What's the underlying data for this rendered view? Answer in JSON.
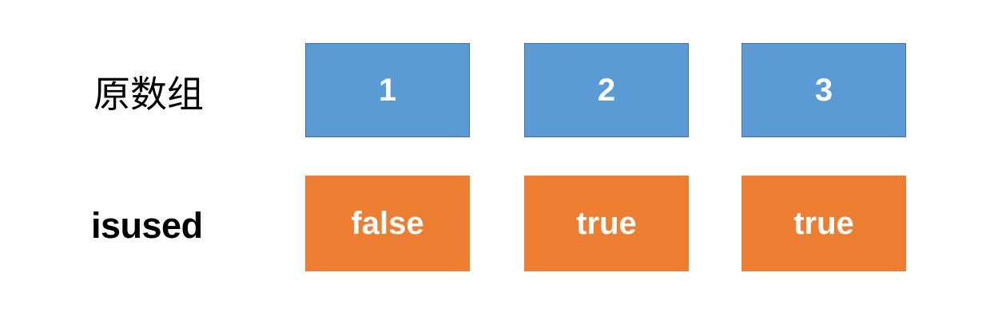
{
  "diagram": {
    "background_color": "#ffffff",
    "rows": [
      {
        "id": "original-array",
        "label": "原数组",
        "cell_fill": "#5b9bd5",
        "cell_border": "#41719c",
        "text_color": "#ffffff",
        "cells": [
          {
            "value": "1"
          },
          {
            "value": "2"
          },
          {
            "value": "3"
          }
        ]
      },
      {
        "id": "isused-flags",
        "label": "isused",
        "cell_fill": "#ed7d31",
        "cell_border": "none",
        "text_color": "#ffffff",
        "cells": [
          {
            "value": "false"
          },
          {
            "value": "true"
          },
          {
            "value": "true"
          }
        ]
      }
    ]
  }
}
